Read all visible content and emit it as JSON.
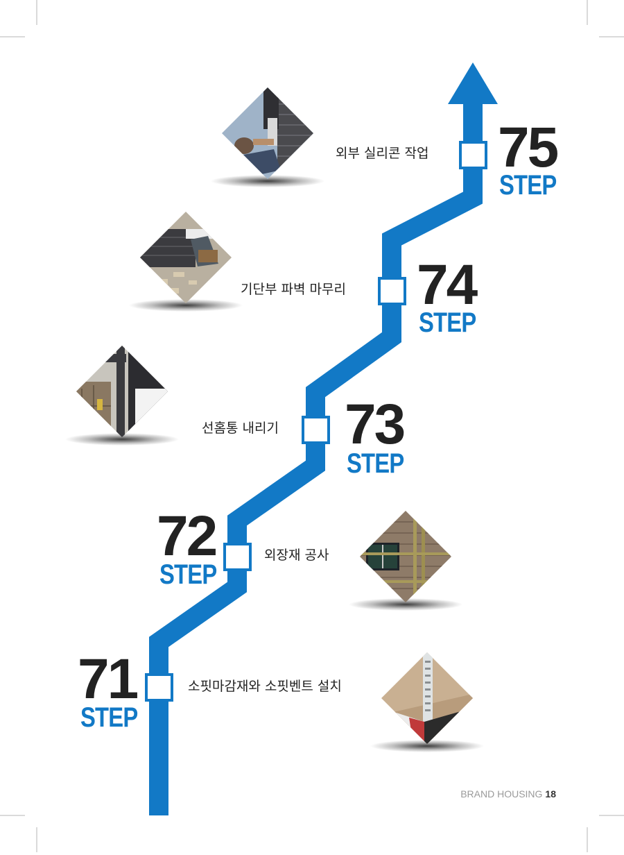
{
  "colors": {
    "accent": "#1279c6",
    "text": "#222222"
  },
  "steps": [
    {
      "number": "71",
      "word": "STEP",
      "caption": "소핏마감재와 소핏벤트 설치",
      "photo": "soffit-vent-photo"
    },
    {
      "number": "72",
      "word": "STEP",
      "caption": "외장재 공사",
      "photo": "brick-scaffold-photo"
    },
    {
      "number": "73",
      "word": "STEP",
      "caption": "선홈통 내리기",
      "photo": "downspout-photo"
    },
    {
      "number": "74",
      "word": "STEP",
      "caption": "기단부 파벽 마무리",
      "photo": "base-brick-photo"
    },
    {
      "number": "75",
      "word": "STEP",
      "caption": "외부 실리콘 작업",
      "photo": "silicone-work-photo"
    }
  ],
  "footer": {
    "brand": "BRAND HOUSING",
    "page": "18"
  }
}
